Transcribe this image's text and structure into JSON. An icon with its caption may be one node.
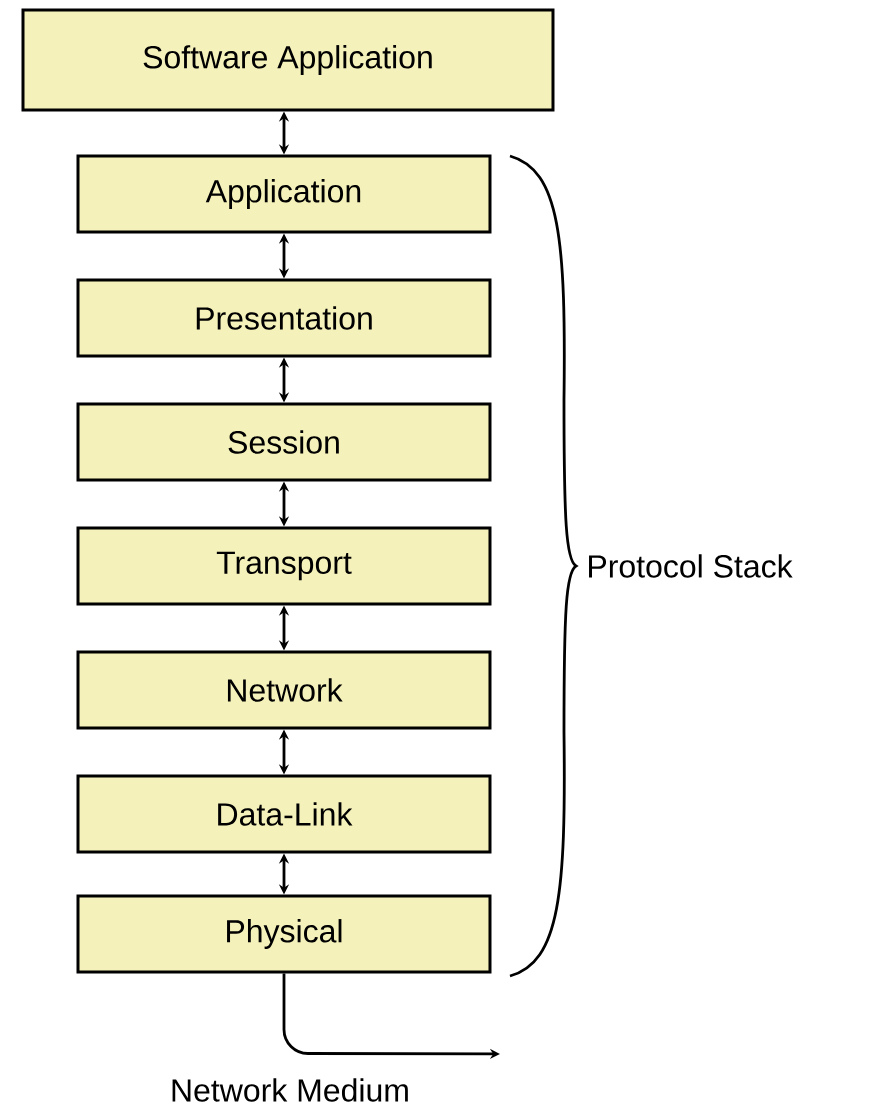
{
  "diagram": {
    "nodes": [
      {
        "text": [
          "Software Application"
        ]
      },
      {
        "text": [
          "Application"
        ]
      },
      {
        "text": [
          "Presentation"
        ]
      },
      {
        "text": [
          "Session"
        ]
      },
      {
        "text": [
          "Transport"
        ]
      },
      {
        "text": [
          "Network"
        ]
      },
      {
        "text": [
          "Data-Link"
        ]
      },
      {
        "text": [
          "Physical"
        ]
      }
    ],
    "edges": [
      {
        "from": 0,
        "to": 1,
        "arrow": "both"
      },
      {
        "from": 1,
        "to": 2,
        "arrow": "both"
      },
      {
        "from": 2,
        "to": 3,
        "arrow": "both"
      },
      {
        "from": 3,
        "to": 4,
        "arrow": "both"
      },
      {
        "from": 4,
        "to": 5,
        "arrow": "both"
      },
      {
        "from": 5,
        "to": 6,
        "arrow": "both"
      },
      {
        "from": 6,
        "to": 7,
        "arrow": "both"
      },
      {
        "from": 7,
        "to": null,
        "arrow": "to"
      }
    ],
    "labels": [
      "Protocol Stack",
      "Network Medium"
    ]
  }
}
